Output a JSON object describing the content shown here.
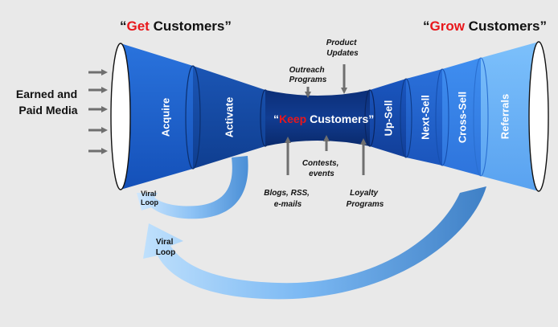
{
  "headings": {
    "get": {
      "open": "“",
      "accent": "Get",
      "rest": " Customers”"
    },
    "grow": {
      "open": "“",
      "accent": "Grow",
      "rest": " Customers”"
    },
    "keep": {
      "open": "“",
      "accent": "Keep",
      "rest": " Customers”"
    }
  },
  "left_label": {
    "line1": "Earned and",
    "line2": "Paid Media"
  },
  "stages": {
    "acquire": "Acquire",
    "activate": "Activate",
    "upsell": "Up-Sell",
    "nextsell": "Next-Sell",
    "crosssell": "Cross-Sell",
    "referrals": "Referrals"
  },
  "inputs_top": {
    "outreach": {
      "line1": "Outreach",
      "line2": "Programs"
    },
    "product": {
      "line1": "Product",
      "line2": "Updates"
    }
  },
  "inputs_bottom": {
    "blogs": {
      "line1": "Blogs, RSS,",
      "line2": "e-mails"
    },
    "contests": {
      "line1": "Contests,",
      "line2": "events"
    },
    "loyalty": {
      "line1": "Loyalty",
      "line2": "Programs"
    }
  },
  "viral_small": {
    "line1": "Viral",
    "line2": "Loop"
  },
  "viral_large": {
    "line1": "Viral",
    "line2": "Loop"
  },
  "colors": {
    "accent_red": "#e8171b",
    "heading_dark": "#111111",
    "navy": "#0e3a86",
    "blue_mid": "#1f5fc4",
    "blue_light": "#5aa6f2",
    "arrow_gray": "#6f6f6f",
    "background": "#e9e9e9"
  }
}
